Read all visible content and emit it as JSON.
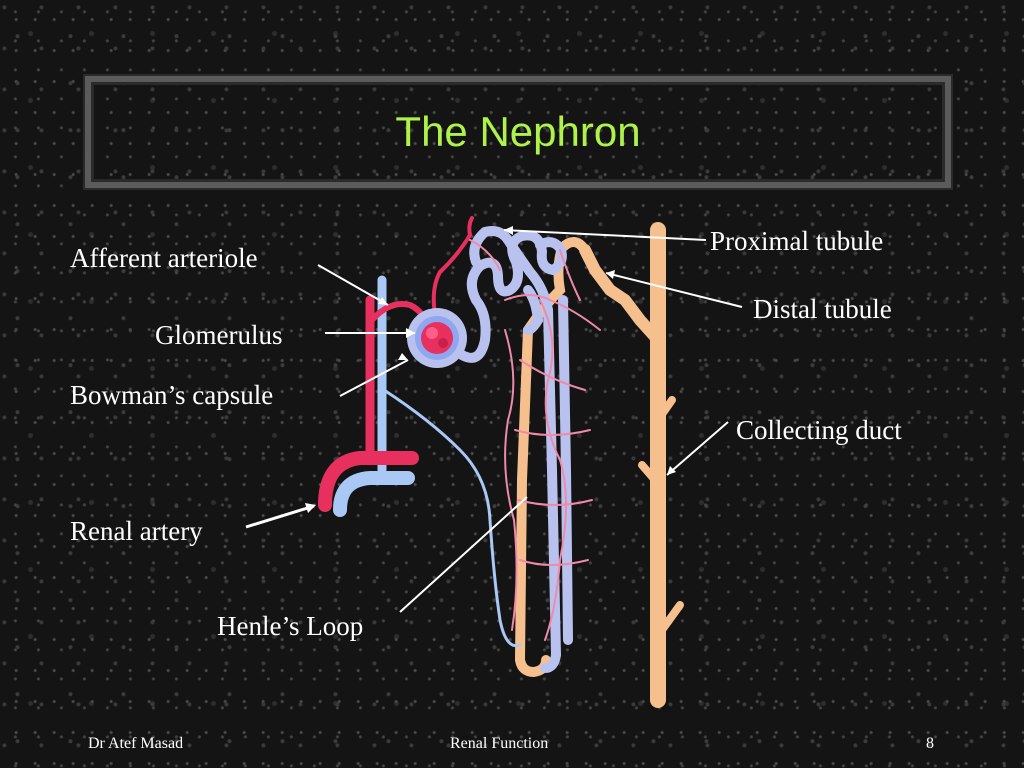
{
  "slide": {
    "title": "The Nephron",
    "labels": {
      "afferent_arteriole": "Afferent arteriole",
      "glomerulus": "Glomerulus",
      "bowmans_capsule": "Bowman’s capsule",
      "renal_artery": "Renal artery",
      "henles_loop": "Henle’s Loop",
      "proximal_tubule": "Proximal tubule",
      "distal_tubule": "Distal tubule",
      "collecting_duct": "Collecting duct"
    }
  },
  "footer": {
    "author": "Dr Atef Masad",
    "topic": "Renal Function",
    "page_number": "8"
  },
  "colors": {
    "title": "#aef24a",
    "artery": "#e8305f",
    "vein": "#a9c8f5",
    "tubule": "#b9c2ef",
    "collecting_duct": "#f6c08e",
    "capillary": "#f08aa8",
    "label": "#ffffff"
  }
}
